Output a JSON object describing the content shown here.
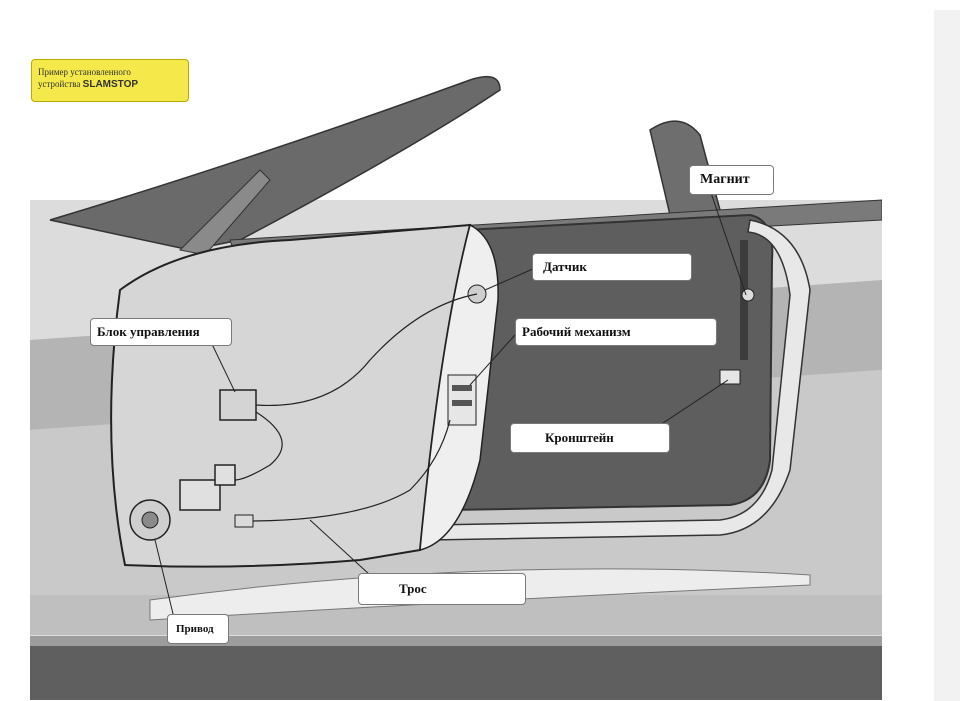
{
  "note": {
    "line1": "Пример установленного",
    "line2": "устройства",
    "brand": "SLAMSTOP",
    "color": "#f4e84a"
  },
  "labels": {
    "magnet": "Магнит",
    "sensor": "Датчик",
    "control_unit": "Блок управления",
    "mechanism": "Рабочий механизм",
    "bracket": "Кронштейн",
    "cable": "Трос",
    "drive": "Привод"
  },
  "colors": {
    "body_dark": "#5a5a5a",
    "body_mid": "#9a9a9a",
    "body_light": "#cfcfcf",
    "panel": "#bdbdbd"
  }
}
